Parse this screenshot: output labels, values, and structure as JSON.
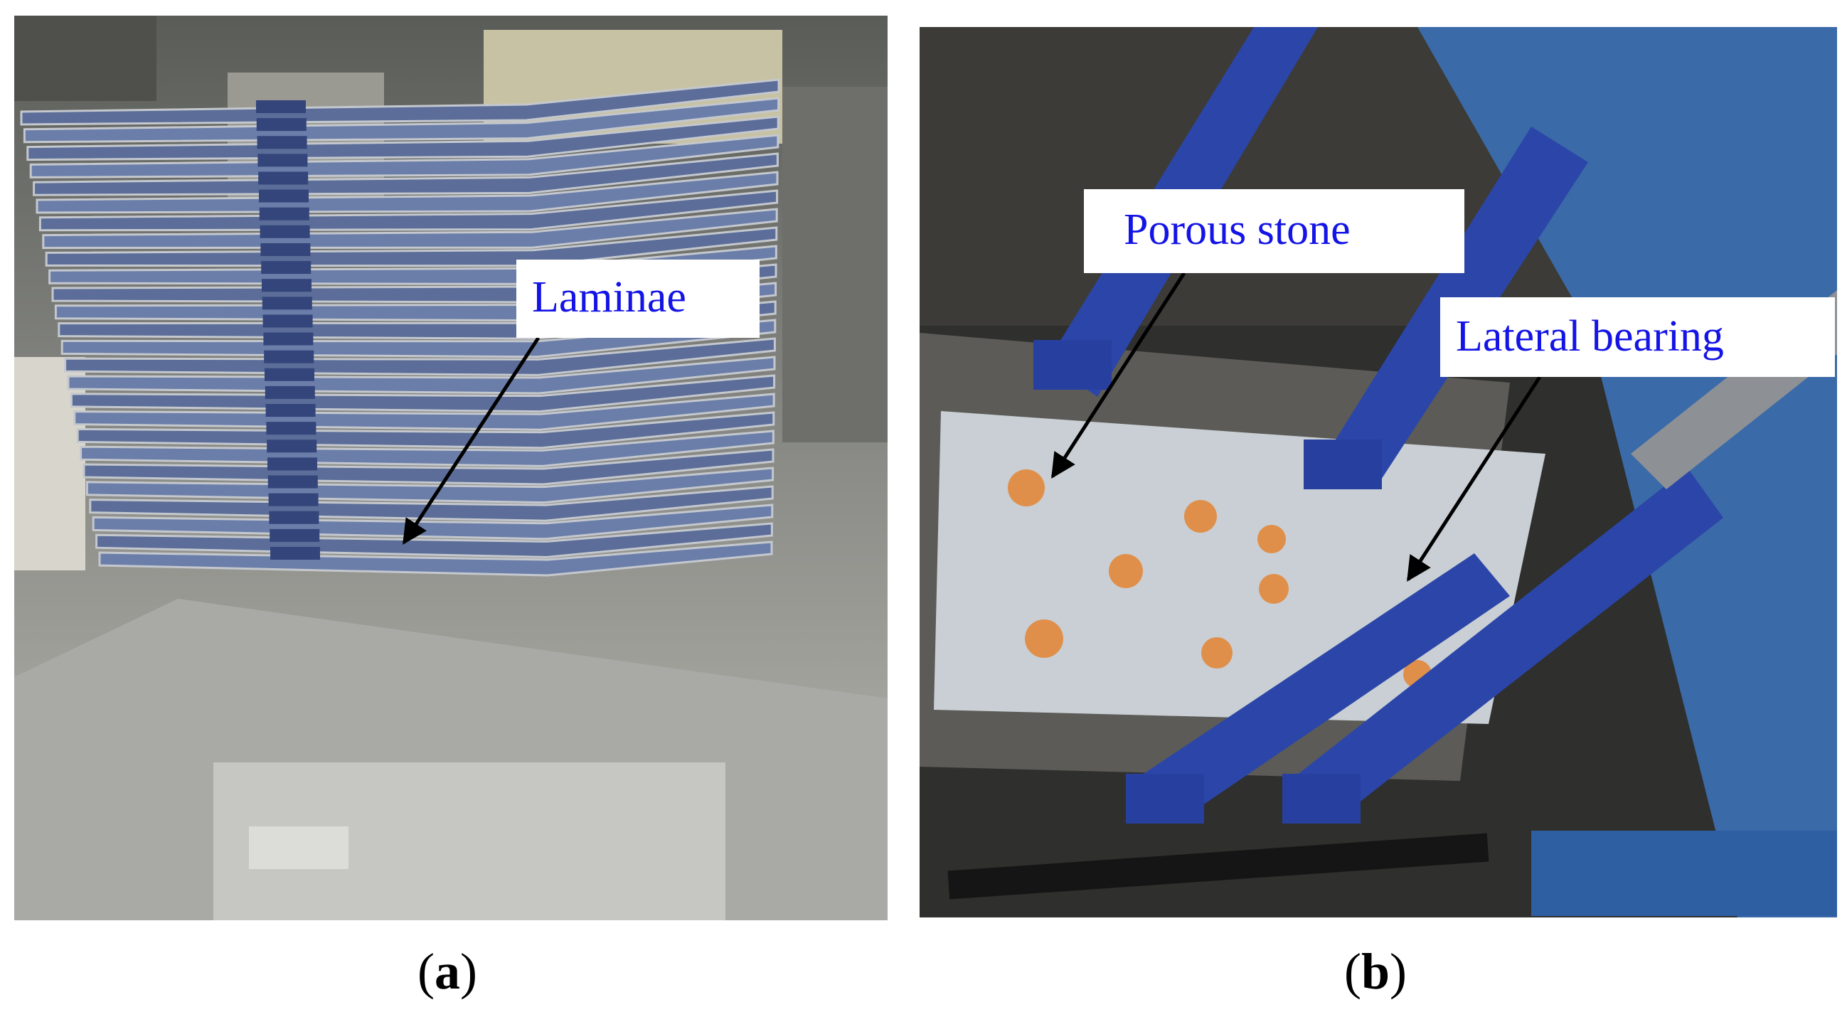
{
  "panels": [
    {
      "id": "a",
      "caption_open": "(",
      "caption_letter": "a",
      "caption_close": ")"
    },
    {
      "id": "b",
      "caption_open": "(",
      "caption_letter": "b",
      "caption_close": ")"
    }
  ],
  "annotations": {
    "laminae": "Laminae",
    "porous_stone": "Porous stone",
    "lateral_bearing": "Lateral bearing"
  },
  "colors": {
    "label_text": "#1414e6",
    "label_bg": "#ffffff",
    "arrow": "#000000"
  }
}
